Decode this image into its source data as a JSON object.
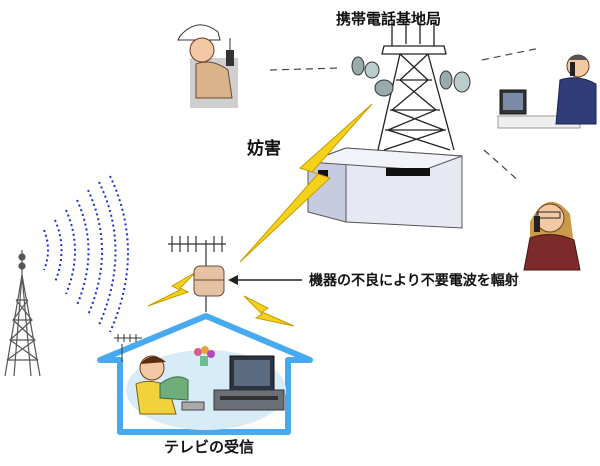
{
  "labels": {
    "base_station": "携帯電話基地局",
    "interference": "妨害",
    "defect_emission": "機器の不良により不要電波を輻射",
    "tv_reception": "テレビの受信"
  },
  "colors": {
    "lightning": "#f4d21a",
    "lightning_dark": "#c89a00",
    "broadcast_wave": "#1a2fd0",
    "house_sky": "#47a9f0",
    "building": "#dde0ee",
    "tower": "#222222"
  },
  "icons": {
    "worker": "field-worker-with-radio",
    "office": "office-worker-on-phone",
    "woman": "woman-on-phone",
    "booster": "tv-booster-amplifier",
    "broadcast_tower": "tv-broadcast-tower"
  }
}
